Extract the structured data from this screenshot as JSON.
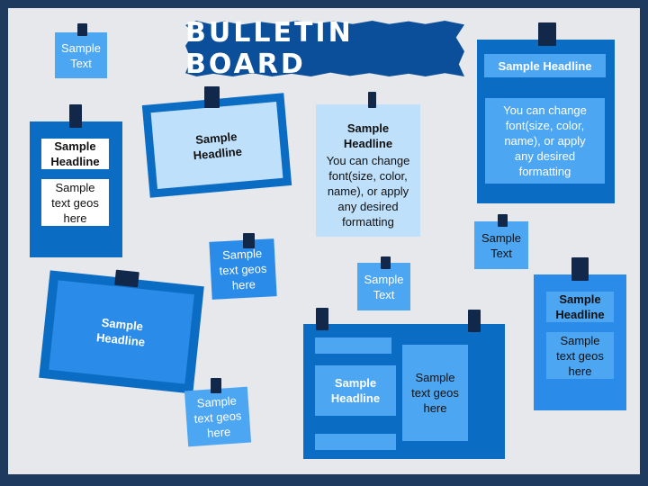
{
  "title": "BULLETIN BOARD",
  "colors": {
    "frame": "#1f3a5f",
    "board": "#e6e8eb",
    "banner": "#0b4f9b",
    "blue_dark": "#0b6cc4",
    "blue_mid": "#2a8be8",
    "blue_light": "#4da6f2",
    "blue_pale": "#bfe0fb",
    "pin": "#12284a"
  },
  "notes": {
    "n1": "Sample\nText",
    "n2_head": "Sample\nHeadline",
    "n2_body": "Sample\ntext geos\nhere",
    "n3": "Sample\nHeadline",
    "n4_head": "Sample\nHeadline",
    "n4_body": "You can change\nfont(size, color,\nname), or apply\nany desired\nformatting",
    "n5_head": "Sample Headline",
    "n5_body": "You can change\nfont(size, color,\nname), or apply\nany desired\nformatting",
    "n6": "Sample\ntext geos\nhere",
    "n7": "Sample\nText",
    "n8": "Sample\nHeadline",
    "n9": "Sample\ntext geos\nhere",
    "n10_head": "Sample\nHeadline",
    "n10_body": "Sample\ntext geos\nhere",
    "n11": "Sample\nText",
    "n12_head": "Sample\nHeadline",
    "n12_body": "Sample\ntext geos\nhere"
  }
}
